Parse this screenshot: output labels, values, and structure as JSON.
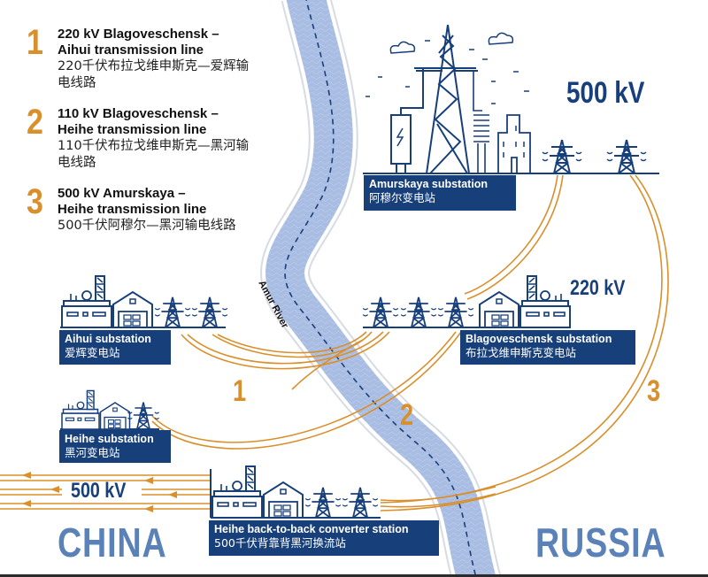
{
  "legend": [
    {
      "number": "1",
      "title_en_line1": "220 kV Blagoveschensk –",
      "title_en_line2": "Aihui transmission line",
      "title_zh_line1": "220千伏布拉戈维申斯克—爱辉输",
      "title_zh_line2": "电线路"
    },
    {
      "number": "2",
      "title_en_line1": "110 kV Blagoveschensk –",
      "title_en_line2": "Heihe transmission line",
      "title_zh_line1": "110千伏布拉戈维申斯克—黑河输",
      "title_zh_line2": "电线路"
    },
    {
      "number": "3",
      "title_en_line1": "500 kV Amurskaya –",
      "title_en_line2": "Heihe transmission line",
      "title_zh_line1": "500千伏阿穆尔—黑河输电线路",
      "title_zh_line2": ""
    }
  ],
  "substations": {
    "amurskaya": {
      "name_en": "Amurskaya substation",
      "name_zh": "阿穆尔变电站"
    },
    "aihui": {
      "name_en": "Aihui substation",
      "name_zh": "爱辉变电站"
    },
    "blagoveschensk": {
      "name_en": "Blagoveschensk substation",
      "name_zh": "布拉戈维申斯克变电站"
    },
    "heihe": {
      "name_en": "Heihe substation",
      "name_zh": "黑河变电站"
    },
    "heihe_converter": {
      "name_en": "Heihe back-to-back converter station",
      "name_zh": "500千伏背靠背黑河换流站"
    }
  },
  "voltage_labels": {
    "amurskaya": "500 kV",
    "blagoveschensk": "220 kV",
    "export": "500 kV"
  },
  "line_numbers": [
    "1",
    "2",
    "3"
  ],
  "river": {
    "name": "Amur River"
  },
  "countries": {
    "left": "CHINA",
    "right": "RUSSIA"
  },
  "colors": {
    "navy": "#173f7a",
    "line_orange": "#d98f2b",
    "river_blue": "#a9bde3",
    "country_blue": "#5a82b8"
  }
}
